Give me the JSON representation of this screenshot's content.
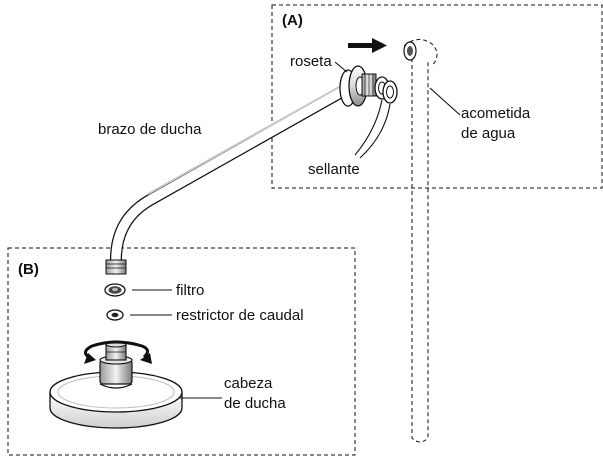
{
  "panels": {
    "a": {
      "title": "(A)"
    },
    "b": {
      "title": "(B)"
    }
  },
  "labels": {
    "roseta": "roseta",
    "acometida_line1": "acometida",
    "acometida_line2": "de agua",
    "brazo": "brazo de ducha",
    "sellante": "sellante",
    "filtro": "filtro",
    "restrictor": "restrictor de caudal",
    "cabeza_line1": "cabeza",
    "cabeza_line2": "de ducha"
  }
}
